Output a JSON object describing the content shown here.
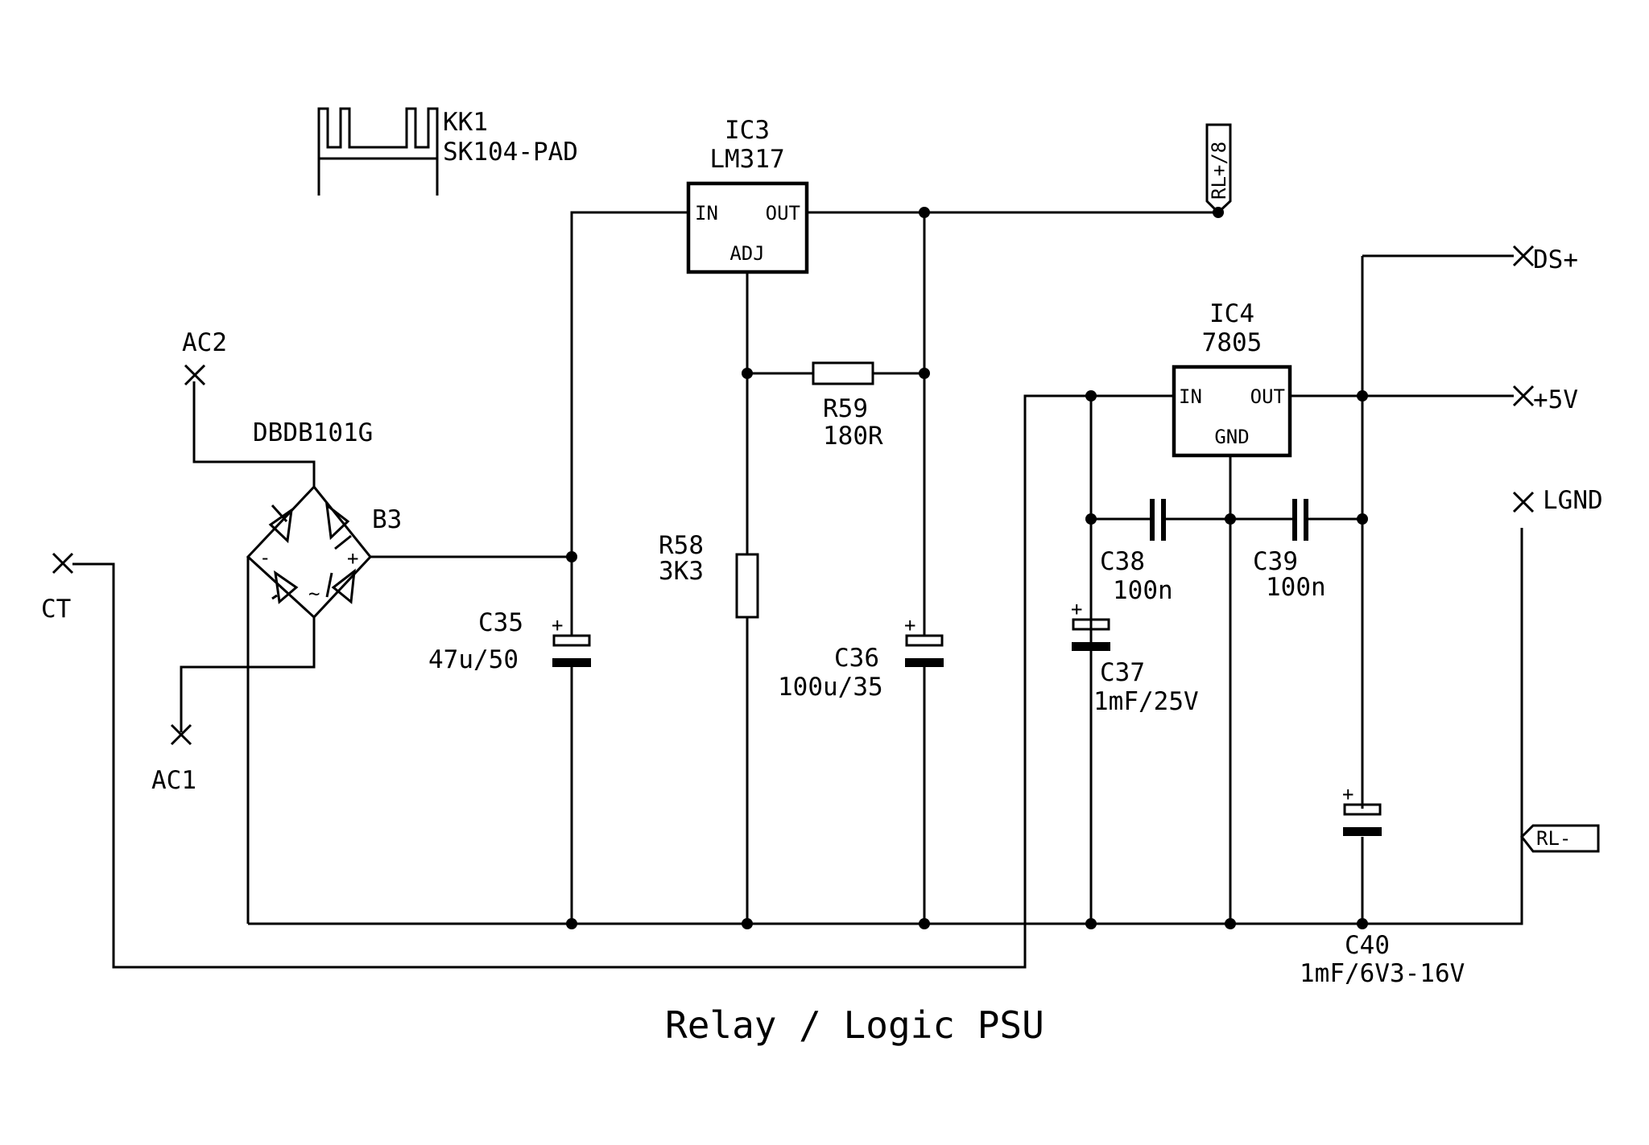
{
  "title": "Relay / Logic PSU",
  "heatsink": {
    "ref": "KK1",
    "value": "SK104-PAD"
  },
  "ic3": {
    "ref": "IC3",
    "value": "LM317",
    "pin_in": "IN",
    "pin_out": "OUT",
    "pin_adj": "ADJ"
  },
  "ic4": {
    "ref": "IC4",
    "value": "7805",
    "pin_in": "IN",
    "pin_out": "OUT",
    "pin_gnd": "GND"
  },
  "bridge": {
    "ref": "B3",
    "value": "DBDB101G",
    "pin_minus": "-",
    "pin_plus": "+",
    "pin_ac": "~"
  },
  "terminals": {
    "ac2": "AC2",
    "ac1": "AC1",
    "ct": "CT",
    "ds_plus": "DS+",
    "plus5v": "+5V",
    "lgnd": "LGND"
  },
  "net_labels": {
    "rl_plus8": "RL+/8",
    "rl_minus": "RL-"
  },
  "r58": {
    "ref": "R58",
    "value": "3K3"
  },
  "r59": {
    "ref": "R59",
    "value": "180R"
  },
  "c35": {
    "ref": "C35",
    "value": "47u/50"
  },
  "c36": {
    "ref": "C36",
    "value": "100u/35"
  },
  "c37": {
    "ref": "C37",
    "value": "1mF/25V"
  },
  "c38": {
    "ref": "C38",
    "value": "100n"
  },
  "c39": {
    "ref": "C39",
    "value": "100n"
  },
  "c40": {
    "ref": "C40",
    "value": "1mF/6V3-16V"
  },
  "polarity_mark": "+"
}
